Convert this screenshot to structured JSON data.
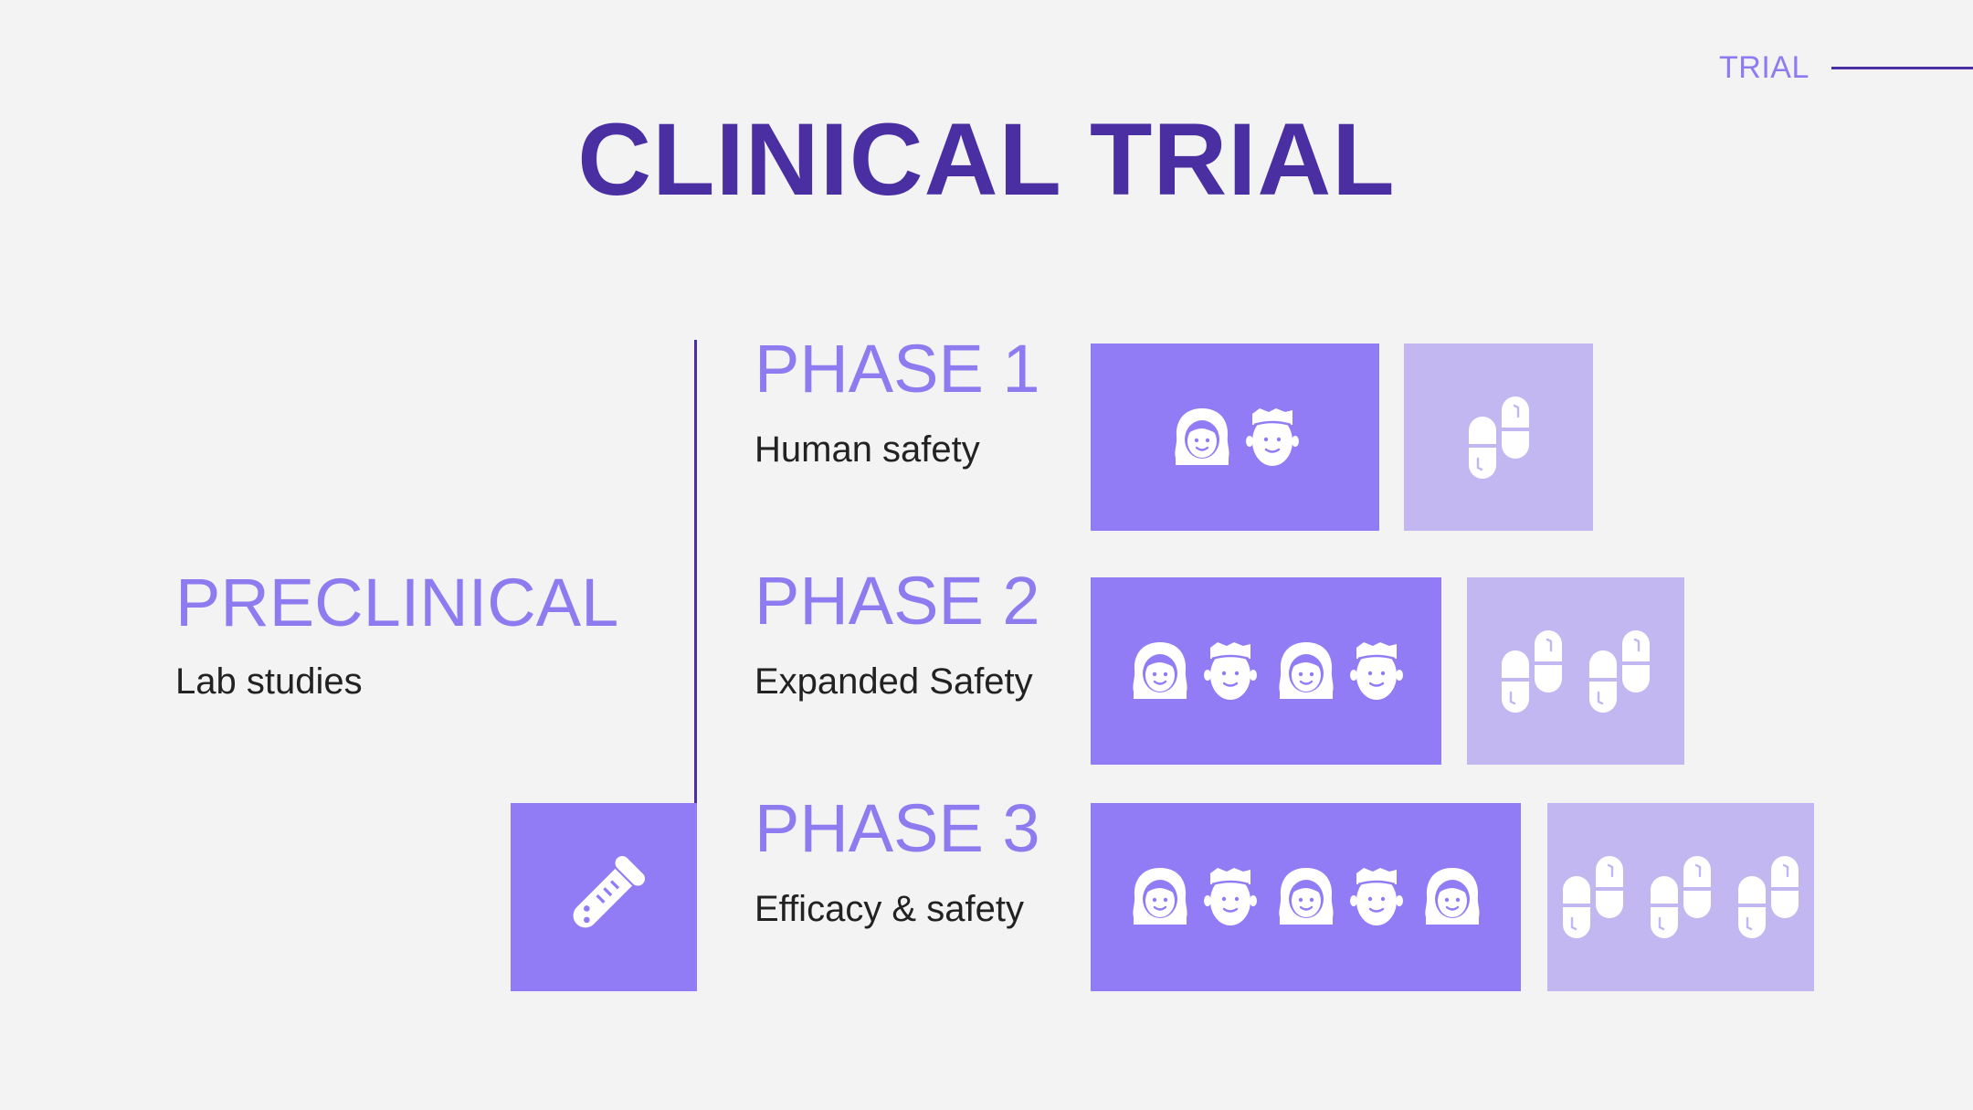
{
  "header": {
    "tag": "TRIAL",
    "title": "CLINICAL TRIAL"
  },
  "preclinical": {
    "heading": "PRECLINICAL",
    "subtitle": "Lab studies",
    "icon": "test-tube-icon"
  },
  "phases": [
    {
      "heading": "PHASE 1",
      "subtitle": "Human safety",
      "people": [
        "woman-face-icon",
        "man-face-icon"
      ],
      "pill_pairs": 1
    },
    {
      "heading": "PHASE 2",
      "subtitle": "Expanded Safety",
      "people": [
        "woman-face-icon",
        "man-face-icon",
        "woman-face-icon",
        "man-face-icon"
      ],
      "pill_pairs": 2
    },
    {
      "heading": "PHASE 3",
      "subtitle": "Efficacy & safety",
      "people": [
        "woman-face-icon",
        "man-face-icon",
        "woman-face-icon",
        "man-face-icon",
        "woman-face-icon"
      ],
      "pill_pairs": 3
    }
  ],
  "colors": {
    "title": "#4a2fa3",
    "accent": "#8f7bf0",
    "box_dark": "#917cf6",
    "box_light": "#c2b7f0",
    "background": "#f3f3f3"
  }
}
